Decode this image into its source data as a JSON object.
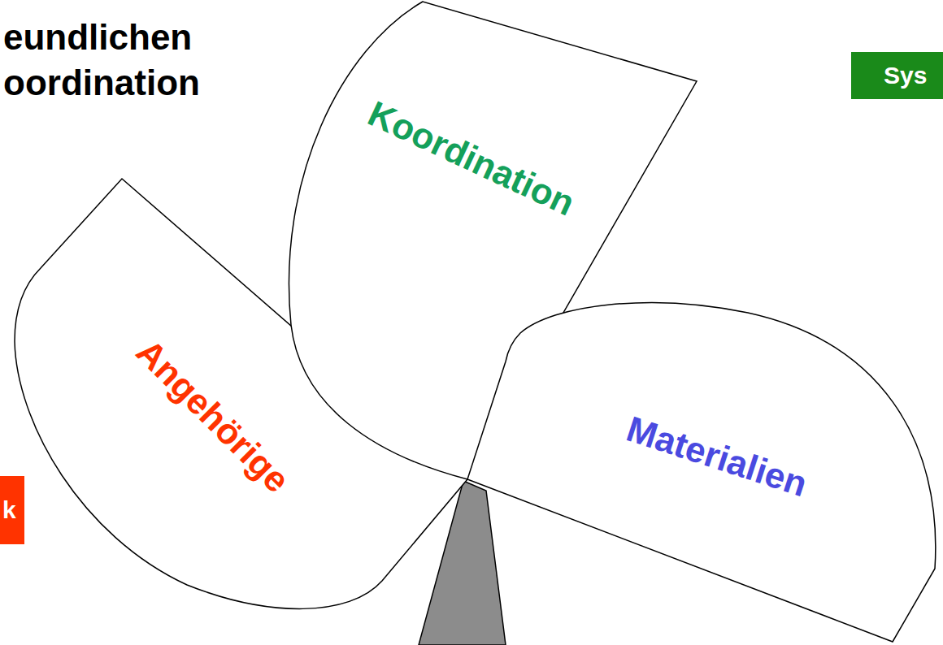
{
  "diagram": {
    "title": "eundlichen oordination",
    "nodes": [
      {
        "text": [
          "Sys"
        ]
      },
      {
        "text": [
          "Koordination"
        ]
      },
      {
        "text": [
          "Angehörige"
        ]
      },
      {
        "text": [
          "k"
        ]
      },
      {
        "text": [
          "Materialien"
        ]
      }
    ]
  }
}
